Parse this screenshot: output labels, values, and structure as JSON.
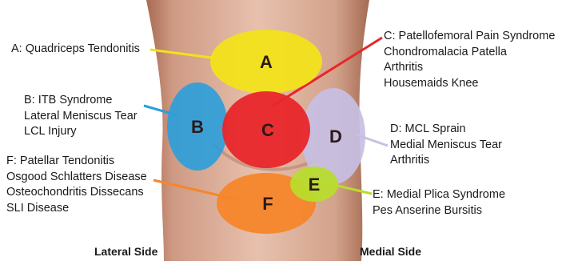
{
  "zones": [
    {
      "letter": "A",
      "color": "#f2e21a",
      "lines": [
        "A: Quadriceps Tendonitis"
      ]
    },
    {
      "letter": "B",
      "color": "#2a9fdc",
      "lines": [
        "B: ITB Syndrome",
        "Lateral Meniscus Tear",
        "LCL Injury"
      ]
    },
    {
      "letter": "C",
      "color": "#e8262a",
      "lines": [
        "C: Patellofemoral Pain Syndrome",
        "Chondromalacia Patella",
        "Arthritis",
        "Housemaids Knee"
      ]
    },
    {
      "letter": "D",
      "color": "#c7bfe3",
      "lines": [
        "D: MCL Sprain",
        "Medial Meniscus Tear",
        "Arthritis"
      ]
    },
    {
      "letter": "E",
      "color": "#b7dd2a",
      "lines": [
        "E: Medial Plica Syndrome",
        "Pes Anserine Bursitis"
      ]
    },
    {
      "letter": "F",
      "color": "#f5862a",
      "lines": [
        "F: Patellar Tendonitis",
        "Osgood Schlatters Disease",
        "Osteochondritis Dissecans",
        "SLI Disease"
      ]
    }
  ],
  "sides": {
    "lateral": "Lateral Side",
    "medial": "Medial Side"
  }
}
